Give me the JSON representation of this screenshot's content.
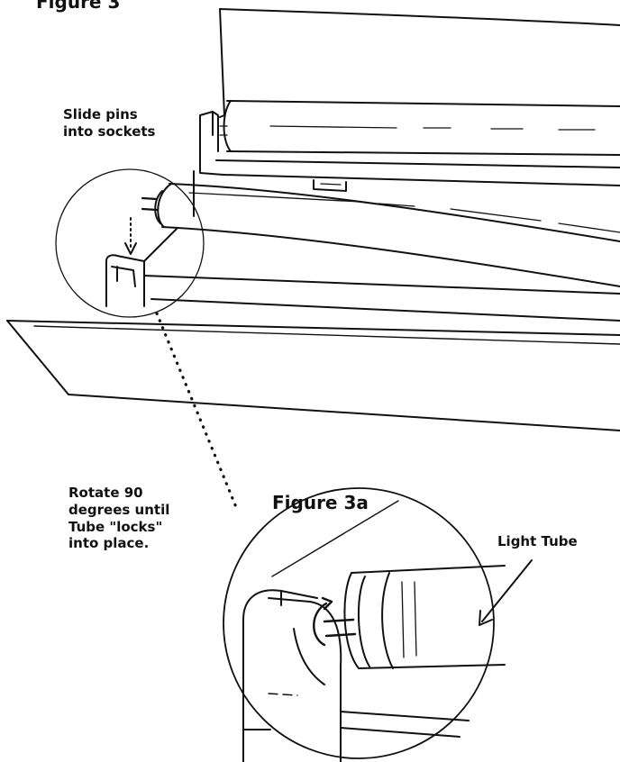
{
  "figure_title": "Figure 3",
  "inset_title": "Figure 3a",
  "callouts": {
    "slide_pins": "Slide pins\ninto sockets",
    "rotate": "Rotate 90\ndegrees until\nTube \"locks\"\ninto place.",
    "light_tube": "Light Tube"
  },
  "colors": {
    "ink": "#111111",
    "paper": "#ffffff"
  }
}
